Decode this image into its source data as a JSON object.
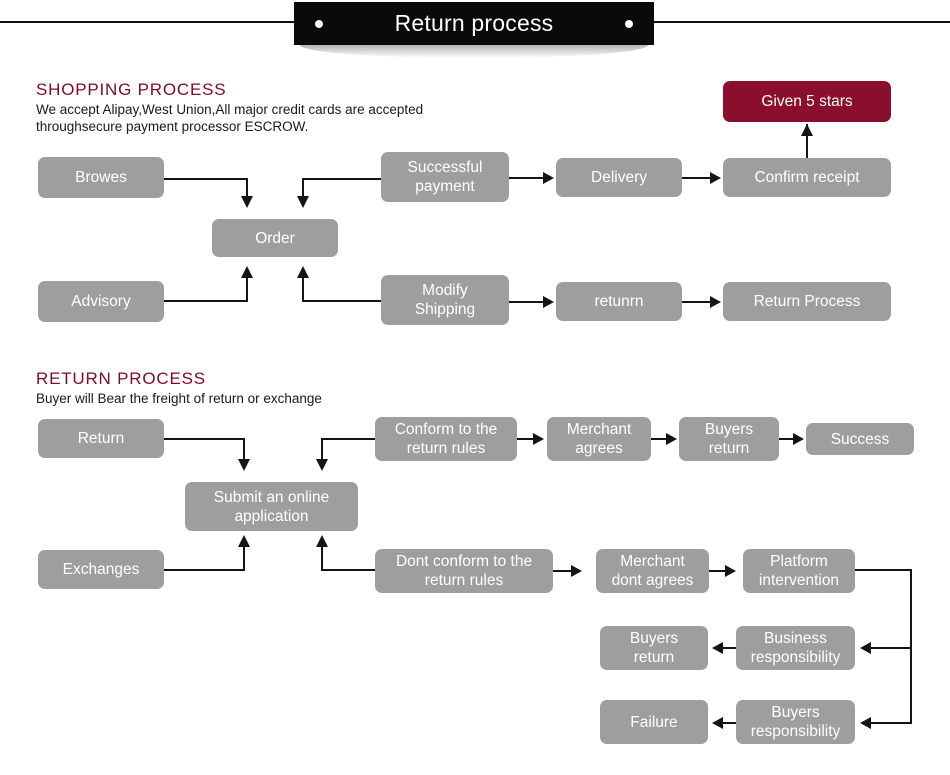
{
  "header": {
    "title": "Return process",
    "dot_left": "banner-dot-left",
    "dot_right": "banner-dot-right"
  },
  "shopping_section": {
    "title": "SHOPPING PROCESS",
    "description": "We accept Alipay,West Union,All major credit cards are accepted\nthroughsecure payment processor ESCROW.",
    "nodes": [
      {
        "id": "browes",
        "label": "Browes"
      },
      {
        "id": "advisory",
        "label": "Advisory"
      },
      {
        "id": "order",
        "label": "Order"
      },
      {
        "id": "successful_payment",
        "label": "Successful\npayment"
      },
      {
        "id": "delivery",
        "label": "Delivery"
      },
      {
        "id": "confirm_receipt",
        "label": "Confirm receipt"
      },
      {
        "id": "given_5_stars",
        "label": "Given 5 stars"
      },
      {
        "id": "modify_shipping",
        "label": "Modify\nShipping"
      },
      {
        "id": "retunrn",
        "label": "retunrn"
      },
      {
        "id": "return_process",
        "label": "Return Process"
      }
    ]
  },
  "return_section": {
    "title": "RETURN PROCESS",
    "description": "Buyer will Bear the freight of return or exchange",
    "nodes": [
      {
        "id": "return",
        "label": "Return"
      },
      {
        "id": "exchanges",
        "label": "Exchanges"
      },
      {
        "id": "submit_online",
        "label": "Submit an online\napplication"
      },
      {
        "id": "conform_rules",
        "label": "Conform to the\nreturn rules"
      },
      {
        "id": "merchant_agrees",
        "label": "Merchant\nagrees"
      },
      {
        "id": "buyers_return_top",
        "label": "Buyers\nreturn"
      },
      {
        "id": "success",
        "label": "Success"
      },
      {
        "id": "dont_conform_rules",
        "label": "Dont conform to the\nreturn rules"
      },
      {
        "id": "merchant_dont_agrees",
        "label": "Merchant\ndont agrees"
      },
      {
        "id": "platform_intervention",
        "label": "Platform\nintervention"
      },
      {
        "id": "business_responsibility",
        "label": "Business\nresponsibility"
      },
      {
        "id": "buyers_return_mid",
        "label": "Buyers\nreturn"
      },
      {
        "id": "buyers_responsibility",
        "label": "Buyers\nresponsibility"
      },
      {
        "id": "failure",
        "label": "Failure"
      }
    ]
  },
  "colors": {
    "node_gray": "#9e9e9e",
    "node_accent": "#8b0f2c",
    "heading": "#7d0b2b",
    "banner_bg": "#0a0a0a",
    "connector": "#141414"
  }
}
